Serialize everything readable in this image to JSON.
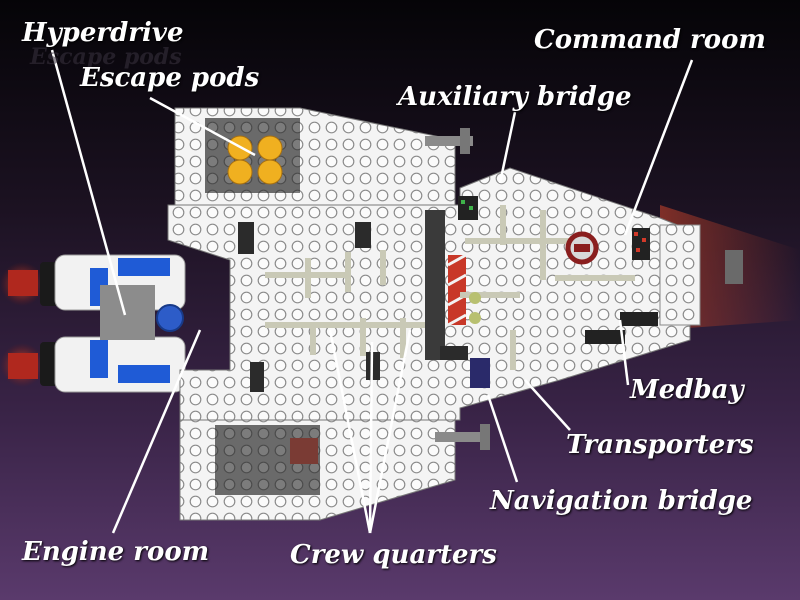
{
  "labels": {
    "hyperdrive": "Hyperdrive",
    "escape_pods": "Escape pods",
    "auxiliary_bridge": "Auxiliary bridge",
    "command_room": "Command room",
    "medbay": "Medbay",
    "transporters": "Transporters",
    "navigation_bridge": "Navigation bridge",
    "engine_room": "Engine room",
    "crew_quarters": "Crew quarters"
  },
  "colors": {
    "hull": "#f2f2f2",
    "stud_outline": "#9a9a9a",
    "dark_grey": "#6d6d6d",
    "engine_blue": "#1f5bd6",
    "pod_yellow": "#f0b020",
    "engine_glow": "#e03a2a",
    "leader_line": "#ffffff"
  }
}
